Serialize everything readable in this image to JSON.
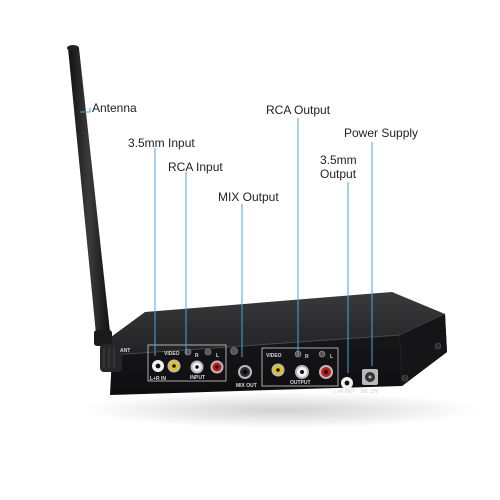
{
  "callouts": {
    "antenna": "Antenna",
    "input_35mm": "3.5mm Input",
    "rca_input": "RCA Input",
    "mix_output": "MIX Output",
    "rca_output": "RCA Output",
    "power_supply": "Power Supply",
    "output_35mm_line1": "3.5mm",
    "output_35mm_line2": "Output"
  },
  "panel_labels": {
    "ant": "ANT",
    "video_in": "VIDEO",
    "r_in": "R",
    "l_in": "L",
    "lr_in": "L+R IN",
    "input": "INPUT",
    "mix_out": "MIX OUT",
    "video_out": "VIDEO",
    "r_out": "R",
    "l_out": "L",
    "output": "OUTPUT",
    "lr_out": "L+R OUT",
    "dc": "DC 12V"
  },
  "colors": {
    "leader_line": "#4aa3df",
    "device_body": "#1c1c1e",
    "jack_yellow": "#e8c400",
    "jack_white": "#f2f2f2",
    "jack_red": "#c8181c"
  }
}
